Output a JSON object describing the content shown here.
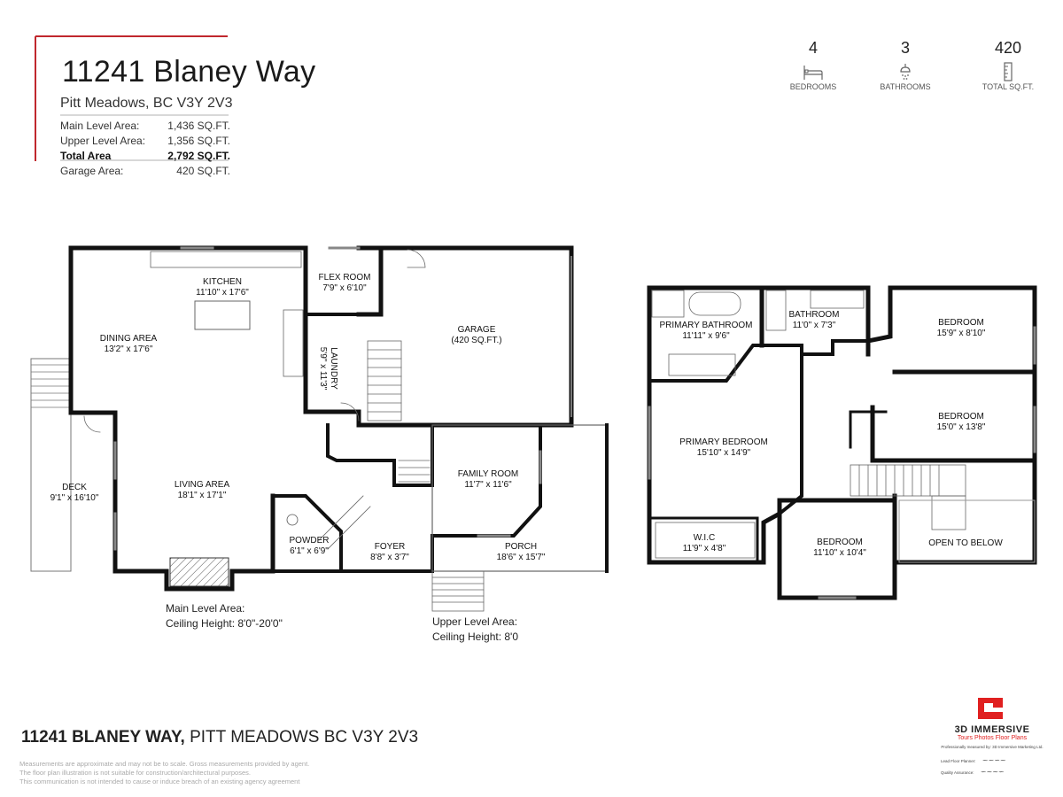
{
  "header": {
    "title": "11241 Blaney Way",
    "subtitle": "Pitt Meadows, BC V3Y 2V3",
    "areas": [
      {
        "label": "Main Level Area:",
        "value": "1,436 SQ.FT."
      },
      {
        "label": "Upper Level Area:",
        "value": "1,356 SQ.FT."
      },
      {
        "label": "Total Area",
        "value": "2,792 SQ.FT."
      },
      {
        "label": "Garage Area:",
        "value": "420 SQ.FT."
      }
    ],
    "accent_color": "#c0272d"
  },
  "stats": [
    {
      "value": "4",
      "label": "BEDROOMS",
      "icon": "bed-icon"
    },
    {
      "value": "3",
      "label": "BATHROOMS",
      "icon": "shower-icon"
    },
    {
      "value": "420",
      "label": "TOTAL SQ.FT.",
      "icon": "ruler-icon"
    }
  ],
  "main_level": {
    "rooms": {
      "kitchen": {
        "name": "KITCHEN",
        "dims": "11'10\" x 17'6\""
      },
      "flex": {
        "name": "FLEX ROOM",
        "dims": "7'9\" x 6'10\""
      },
      "garage": {
        "name": "GARAGE",
        "dims": "(420 SQ.FT.)"
      },
      "dining": {
        "name": "DINING AREA",
        "dims": "13'2\" x 17'6\""
      },
      "laundry": {
        "name": "LAUNDRY",
        "dims": "5'9\" x 11'3\""
      },
      "deck": {
        "name": "DECK",
        "dims": "9'1\" x 16'10\""
      },
      "living": {
        "name": "LIVING AREA",
        "dims": "18'1\" x 17'1\""
      },
      "family": {
        "name": "FAMILY ROOM",
        "dims": "11'7\" x 11'6\""
      },
      "powder": {
        "name": "POWDER",
        "dims": "6'1\" x 6'9\""
      },
      "foyer": {
        "name": "FOYER",
        "dims": "8'8\" x 3'7\""
      },
      "porch": {
        "name": "PORCH",
        "dims": "18'6\" x 15'7\""
      }
    },
    "note_label": "Main Level Area:",
    "note_ceiling": "Ceiling Height: 8'0\"-20'0\""
  },
  "upper_level": {
    "rooms": {
      "primary_bath": {
        "name": "PRIMARY BATHROOM",
        "dims": "11'11\" x 9'6\""
      },
      "bathroom": {
        "name": "BATHROOM",
        "dims": "11'0\" x 7'3\""
      },
      "bedroom1": {
        "name": "BEDROOM",
        "dims": "15'9\" x 8'10\""
      },
      "primary_bed": {
        "name": "PRIMARY BEDROOM",
        "dims": "15'10\" x 14'9\""
      },
      "bedroom2": {
        "name": "BEDROOM",
        "dims": "15'0\" x 13'8\""
      },
      "wic": {
        "name": "W.I.C",
        "dims": "11'9\" x 4'8\""
      },
      "bedroom3": {
        "name": "BEDROOM",
        "dims": "11'10\" x 10'4\""
      },
      "open": {
        "name": "OPEN TO BELOW",
        "dims": ""
      }
    },
    "note_label": "Upper Level Area:",
    "note_ceiling": "Ceiling Height: 8'0"
  },
  "footer": {
    "address_bold": "11241 BLANEY WAY,",
    "address_rest": " PITT MEADOWS BC V3Y 2V3",
    "disclaimer": [
      "Measurements are approximate and may not be to scale. Gross measurements provided by agent.",
      "The floor plan illustration is not suitable for construction/architectural purposes.",
      "This communication is not intended to cause or induce breach of an existing agency agreement"
    ],
    "brand_name": "3D IMMERSIVE",
    "brand_tagline": "Tours  Photos  Floor Plans",
    "brand_credit": "Professionally measured by: 3D Immersive Marketing Ltd.",
    "lead_planner_label": "Lead Floor Planner:",
    "quality_label": "Quality Assurance:",
    "brand_color": "#e02020"
  }
}
